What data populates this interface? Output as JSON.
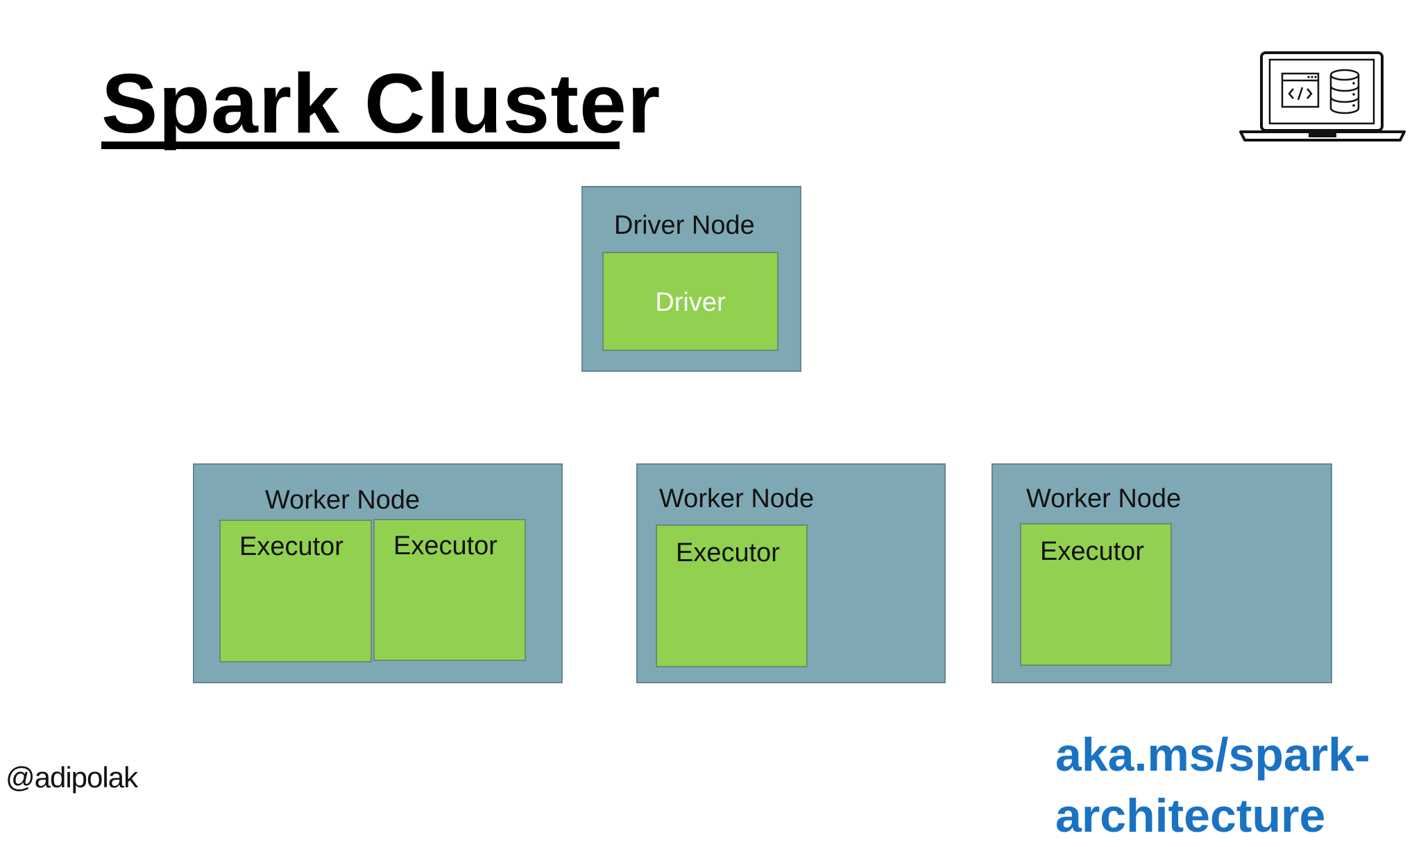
{
  "slide": {
    "title": "Spark Cluster",
    "handle": "@adipolak",
    "link": "aka.ms/spark-architecture",
    "icon": "laptop-code-database-icon"
  },
  "driver_node": {
    "label": "Driver Node",
    "driver_label": "Driver"
  },
  "worker_nodes": [
    {
      "label": "Worker Node",
      "executors": [
        "Executor",
        "Executor"
      ]
    },
    {
      "label": "Worker Node",
      "executors": [
        "Executor"
      ]
    },
    {
      "label": "Worker Node",
      "executors": [
        "Executor"
      ]
    }
  ],
  "colors": {
    "node_fill": "#7ea8b4",
    "executor_fill": "#92d050",
    "link": "#1a72c2"
  }
}
